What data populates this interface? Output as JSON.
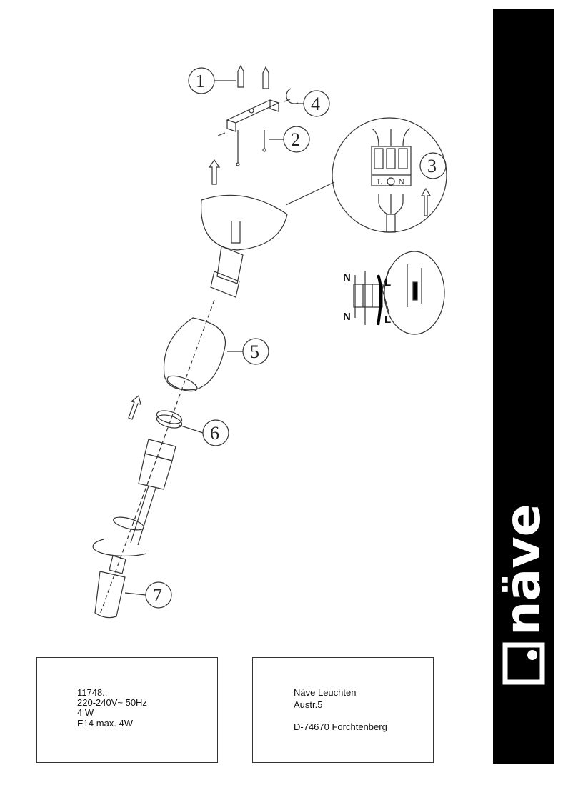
{
  "diagram": {
    "callouts": [
      "1",
      "2",
      "3",
      "4",
      "5",
      "6",
      "7"
    ],
    "terminal_labels": [
      "L",
      "N"
    ],
    "wiring_labels": {
      "n_top": "N",
      "l_top": "L",
      "n_bottom": "N",
      "l_bottom": "L"
    }
  },
  "spec_box": {
    "lines": [
      "11748..",
      "220-240V~ 50Hz",
      "4 W",
      "E14 max. 4W"
    ]
  },
  "address_box": {
    "company": "Näve Leuchten",
    "street": "Austr.5",
    "city": "D-74670 Forchtenberg"
  },
  "brand": {
    "logo_text": "näve",
    "bar_color": "#000000"
  }
}
